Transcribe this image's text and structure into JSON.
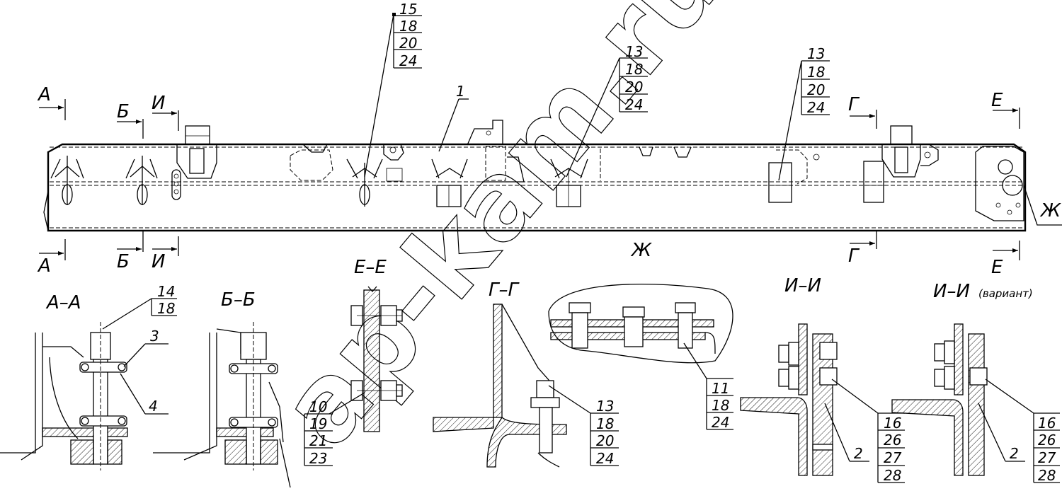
{
  "watermark": "ap-kam.ru",
  "callouts": {
    "c15": [
      "15",
      "18",
      "20",
      "24"
    ],
    "c1": [
      "1"
    ],
    "c13a": [
      "13",
      "18",
      "20",
      "24"
    ],
    "c13b": [
      "13",
      "18",
      "20",
      "24"
    ],
    "c14": [
      "14",
      "18"
    ],
    "c3": [
      "3"
    ],
    "c4": [
      "4"
    ],
    "c10": [
      "10",
      "19",
      "21",
      "23"
    ],
    "c13c": [
      "13",
      "18",
      "20",
      "24"
    ],
    "c11": [
      "11",
      "18",
      "24"
    ],
    "c16a": [
      "16",
      "26",
      "27",
      "28"
    ],
    "c2a": [
      "2"
    ],
    "c16b": [
      "16",
      "26",
      "27",
      "28"
    ],
    "c2b": [
      "2"
    ]
  },
  "cut_markers": {
    "A_top": "А",
    "A_bot": "А",
    "B_top": "Б",
    "B_bot": "Б",
    "I_top": "И",
    "I_bot": "И",
    "G_top": "Г",
    "G_bot": "Г",
    "E_top": "Е",
    "E_bot": "Е",
    "Zh_side": "Ж",
    "Zh_view": "Ж"
  },
  "section_titles": {
    "aa": "А–А",
    "bb": "Б–Б",
    "ee": "Е–Е",
    "gg": "Г–Г",
    "ii": "И–И",
    "ii_variant": "И–И",
    "variant_suffix": "(вариант)"
  }
}
